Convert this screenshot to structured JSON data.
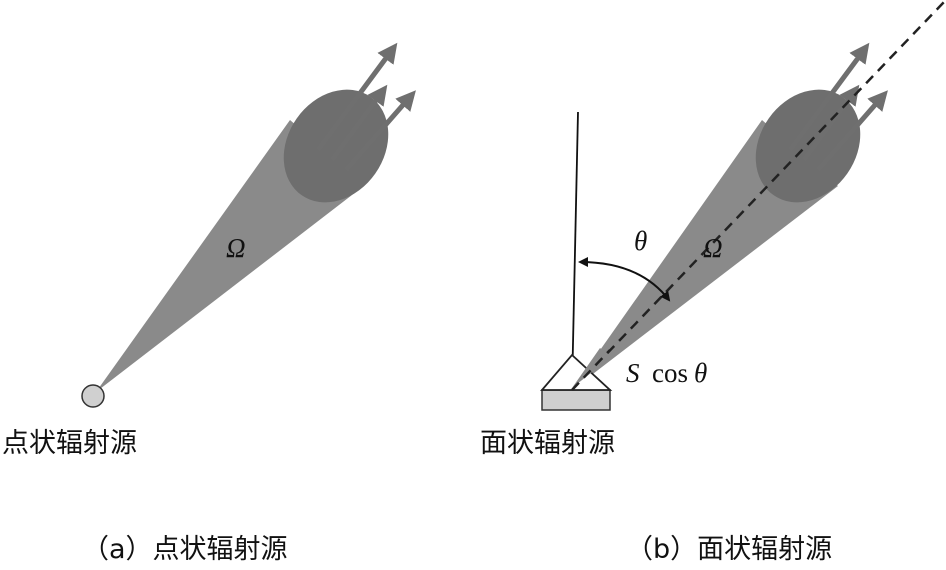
{
  "panel_a": {
    "source_label": "点状辐射源",
    "solid_angle_symbol": "Ω",
    "caption": "（a）点状辐射源"
  },
  "panel_b": {
    "source_label": "面状辐射源",
    "solid_angle_symbol": "Ω",
    "angle_symbol": "θ",
    "area_symbol": "S",
    "projection_func": "cos",
    "projection_angle": "θ",
    "caption": "（b）面状辐射源"
  },
  "colors": {
    "cone": "#8a8a8a",
    "cone_end": "#6e6e6e",
    "arrow": "#6f6f6f",
    "point_source": "#d0d0d0",
    "surface_plate": "#cfcfcf"
  }
}
